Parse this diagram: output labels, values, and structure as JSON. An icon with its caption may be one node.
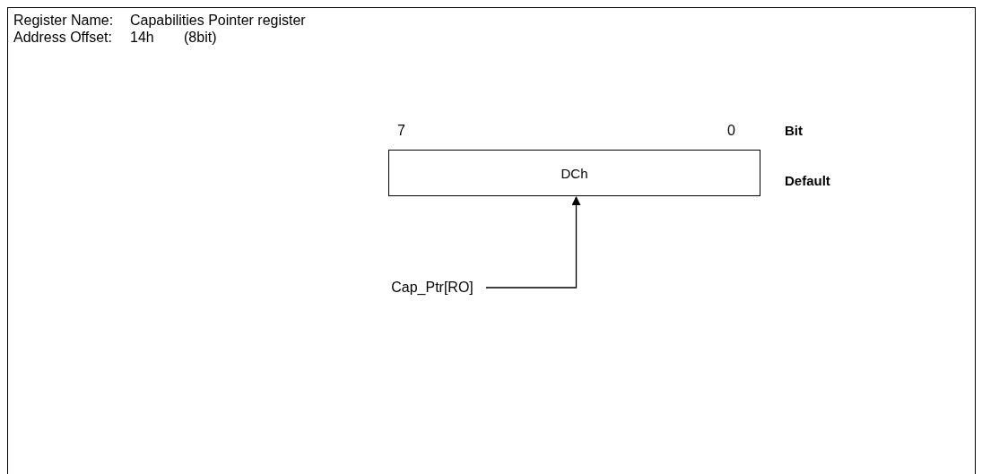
{
  "diagram": {
    "nodes": [
      {
        "text": [
          "DCh"
        ]
      },
      {
        "text": [
          "Cap_Ptr[RO]"
        ]
      }
    ],
    "edges": [
      {
        "from": 1,
        "to": 0,
        "arrow": "to"
      }
    ],
    "labels": [
      "Register Name:",
      "Capabilities Pointer register",
      "Address Offset:",
      "14h",
      "(8bit)",
      "7",
      "0",
      "Bit",
      "Default"
    ]
  }
}
